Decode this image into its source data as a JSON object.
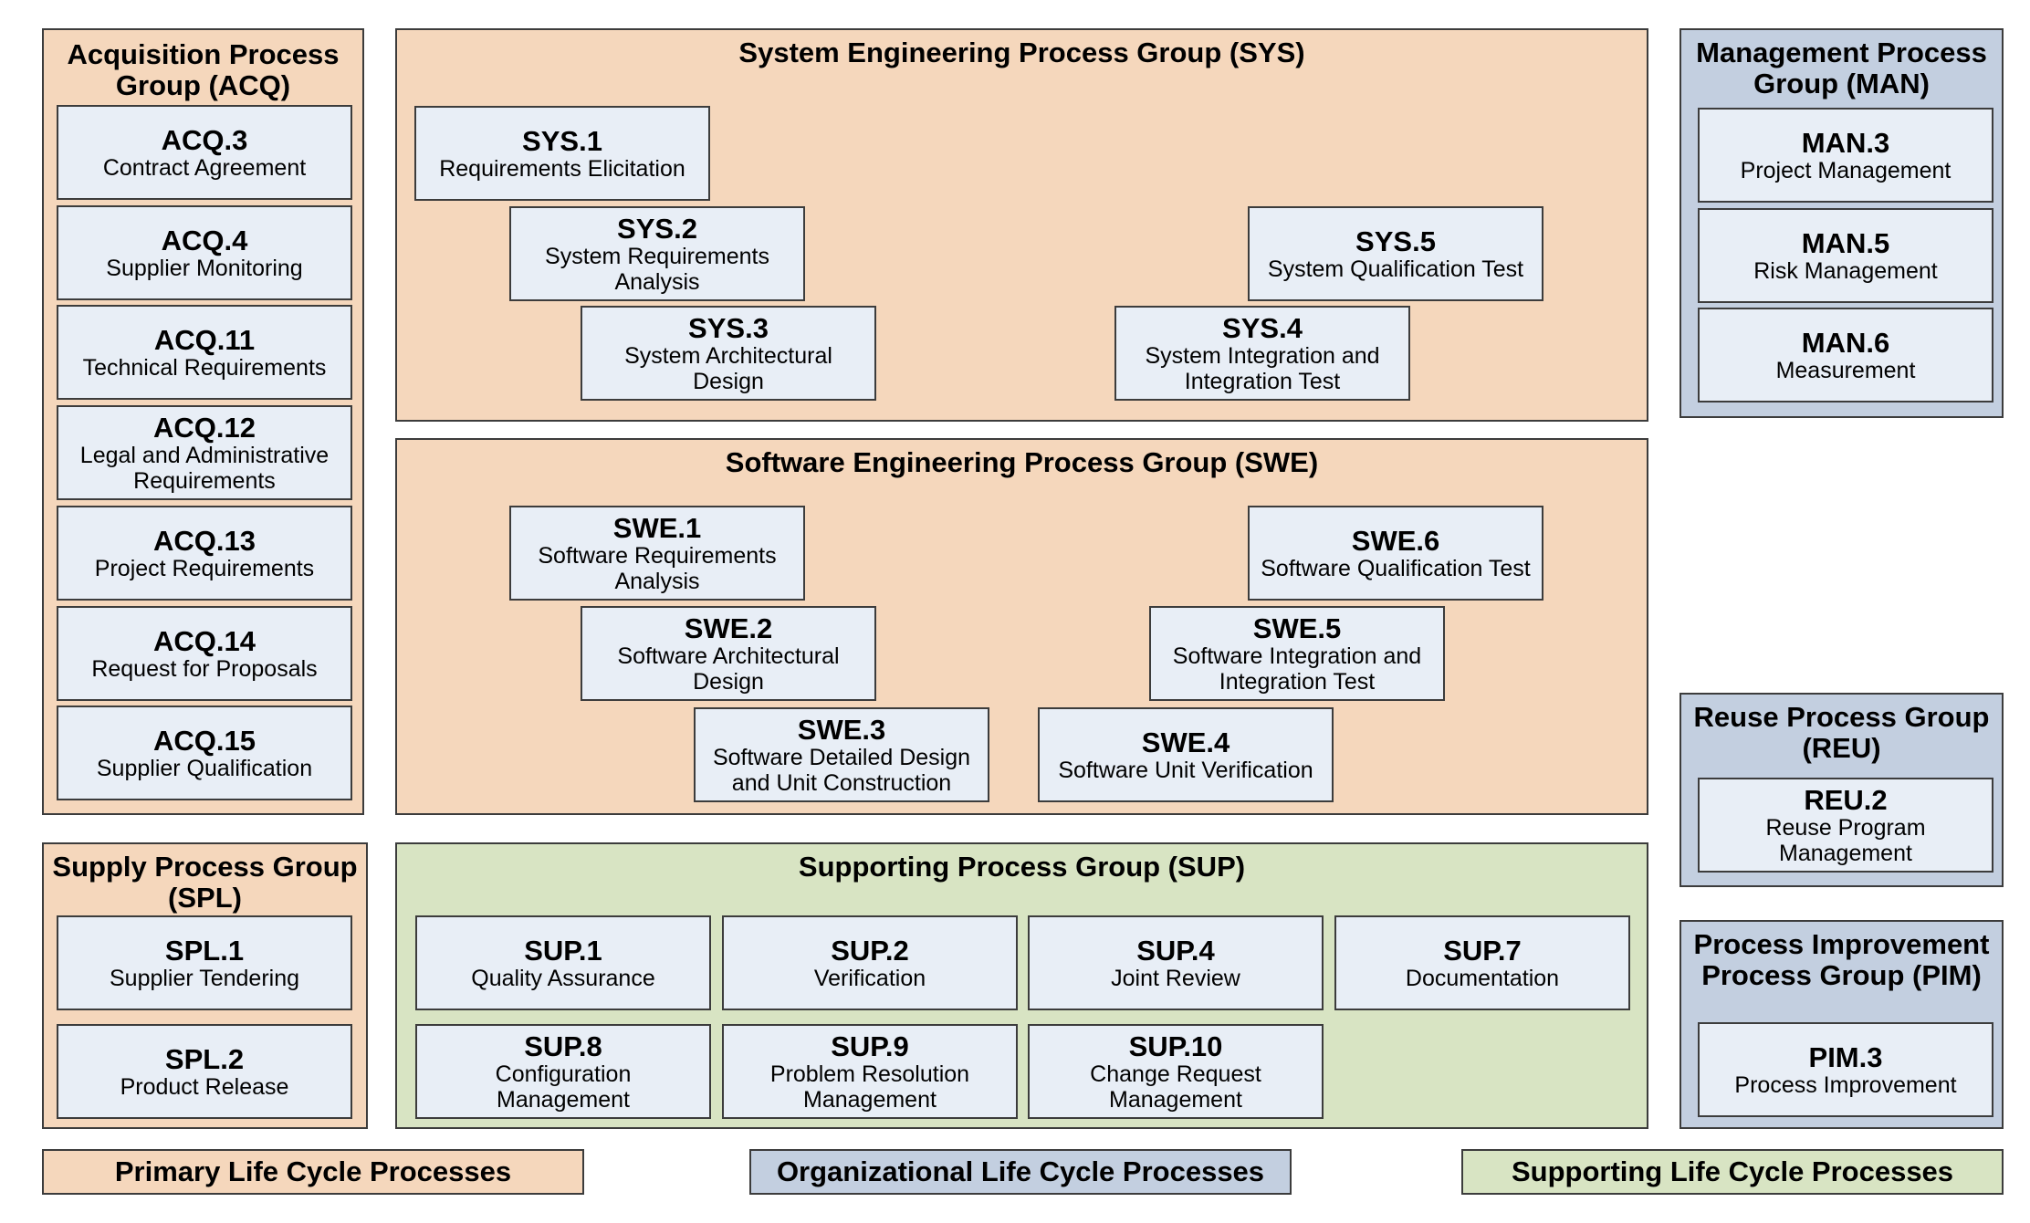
{
  "colors": {
    "primary": "#f5d7bc",
    "organizational": "#c3cfe0",
    "supporting": "#d8e4c3",
    "process_box": "#e8eef6",
    "border": "#3c3c3c"
  },
  "groups": {
    "acq": {
      "title": "Acquisition Process\nGroup (ACQ)",
      "processes": [
        {
          "id": "ACQ.3",
          "name": "Contract Agreement"
        },
        {
          "id": "ACQ.4",
          "name": "Supplier Monitoring"
        },
        {
          "id": "ACQ.11",
          "name": "Technical Requirements"
        },
        {
          "id": "ACQ.12",
          "name": "Legal and Administrative\nRequirements"
        },
        {
          "id": "ACQ.13",
          "name": "Project Requirements"
        },
        {
          "id": "ACQ.14",
          "name": "Request for Proposals"
        },
        {
          "id": "ACQ.15",
          "name": "Supplier Qualification"
        }
      ]
    },
    "sys": {
      "title": "System Engineering Process Group (SYS)",
      "processes": [
        {
          "id": "SYS.1",
          "name": "Requirements Elicitation"
        },
        {
          "id": "SYS.2",
          "name": "System Requirements\nAnalysis"
        },
        {
          "id": "SYS.3",
          "name": "System Architectural\nDesign"
        },
        {
          "id": "SYS.4",
          "name": "System Integration and\nIntegration Test"
        },
        {
          "id": "SYS.5",
          "name": "System Qualification Test"
        }
      ]
    },
    "man": {
      "title": "Management Process\nGroup (MAN)",
      "processes": [
        {
          "id": "MAN.3",
          "name": "Project Management"
        },
        {
          "id": "MAN.5",
          "name": "Risk Management"
        },
        {
          "id": "MAN.6",
          "name": "Measurement"
        }
      ]
    },
    "swe": {
      "title": "Software Engineering Process Group (SWE)",
      "processes": [
        {
          "id": "SWE.1",
          "name": "Software Requirements\nAnalysis"
        },
        {
          "id": "SWE.2",
          "name": "Software Architectural\nDesign"
        },
        {
          "id": "SWE.3",
          "name": "Software Detailed Design\nand Unit Construction"
        },
        {
          "id": "SWE.4",
          "name": "Software Unit Verification"
        },
        {
          "id": "SWE.5",
          "name": "Software Integration and\nIntegration Test"
        },
        {
          "id": "SWE.6",
          "name": "Software Qualification Test"
        }
      ]
    },
    "reu": {
      "title": "Reuse Process Group\n(REU)",
      "processes": [
        {
          "id": "REU.2",
          "name": "Reuse Program\nManagement"
        }
      ]
    },
    "spl": {
      "title": "Supply Process Group\n(SPL)",
      "processes": [
        {
          "id": "SPL.1",
          "name": "Supplier Tendering"
        },
        {
          "id": "SPL.2",
          "name": "Product Release"
        }
      ]
    },
    "sup": {
      "title": "Supporting Process Group (SUP)",
      "processes": [
        {
          "id": "SUP.1",
          "name": "Quality Assurance"
        },
        {
          "id": "SUP.2",
          "name": "Verification"
        },
        {
          "id": "SUP.4",
          "name": "Joint Review"
        },
        {
          "id": "SUP.7",
          "name": "Documentation"
        },
        {
          "id": "SUP.8",
          "name": "Configuration\nManagement"
        },
        {
          "id": "SUP.9",
          "name": "Problem Resolution\nManagement"
        },
        {
          "id": "SUP.10",
          "name": "Change Request\nManagement"
        }
      ]
    },
    "pim": {
      "title": "Process Improvement\nProcess Group (PIM)",
      "processes": [
        {
          "id": "PIM.3",
          "name": "Process Improvement"
        }
      ]
    }
  },
  "legend": {
    "primary": "Primary Life Cycle Processes",
    "organizational": "Organizational Life Cycle Processes",
    "supporting": "Supporting Life Cycle Processes"
  }
}
